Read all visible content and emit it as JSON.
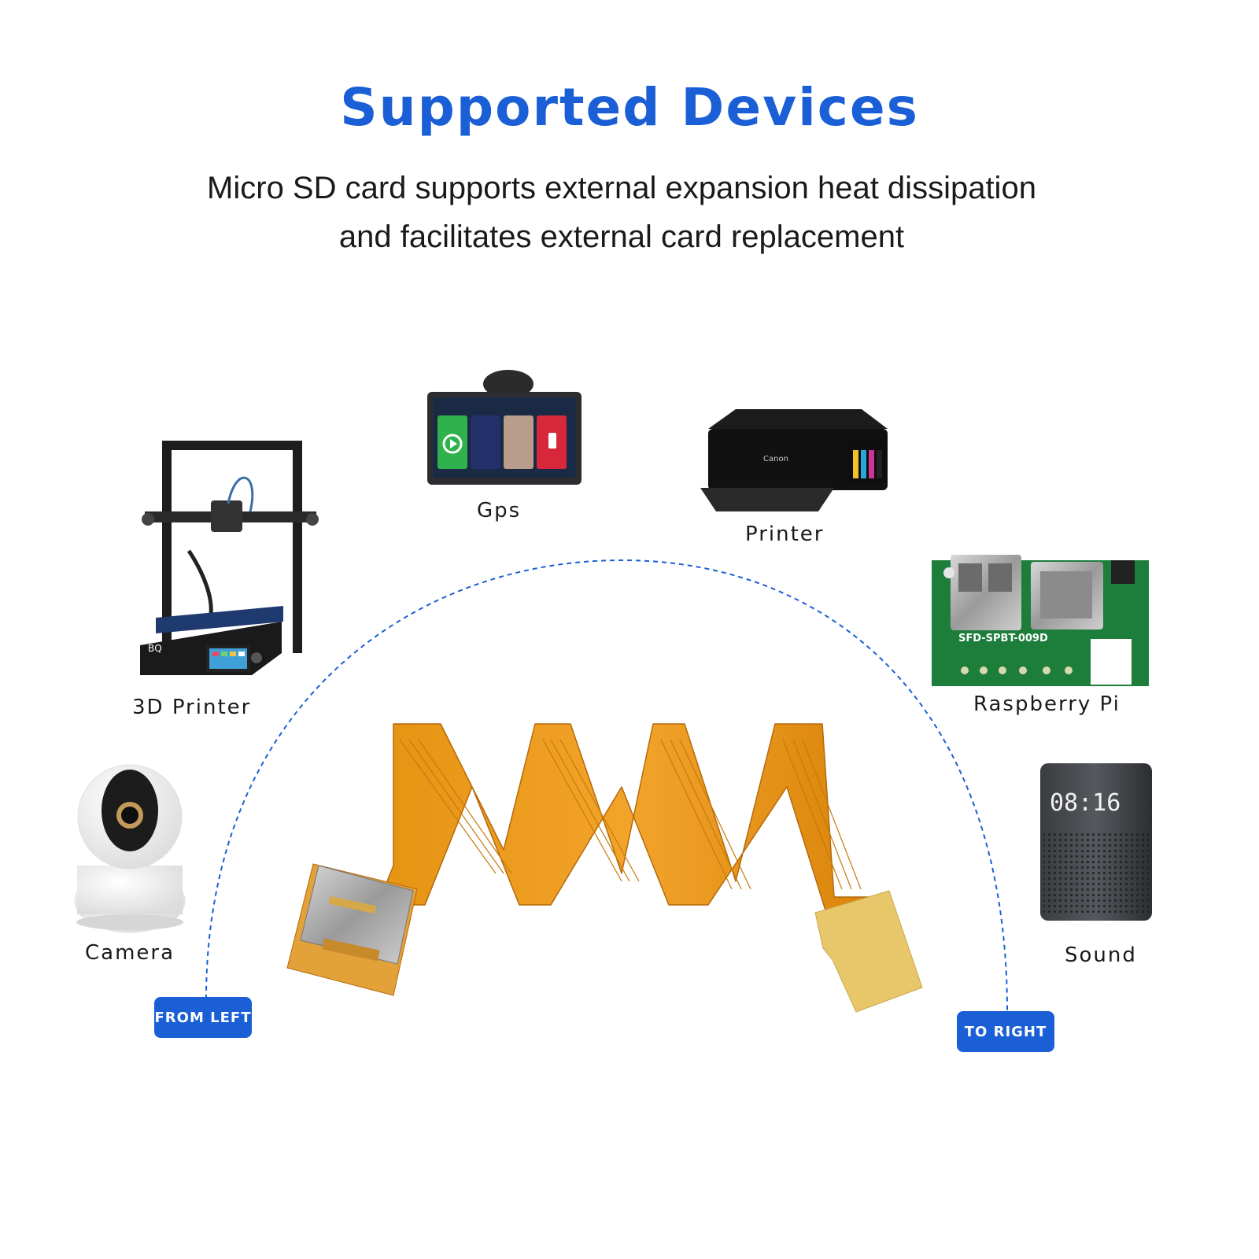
{
  "header": {
    "title": "Supported Devices",
    "subtitle_line1": "Micro SD card supports external expansion heat dissipation",
    "subtitle_line2": "and facilitates external card replacement"
  },
  "devices": {
    "gps": "Gps",
    "printer": "Printer",
    "printer_3d": "3D Printer",
    "raspberry_pi": "Raspberry Pi",
    "camera": "Camera",
    "sound": "Sound"
  },
  "device_marks": {
    "printer_brand": "Canon",
    "board_model": "SFD-SPBT-009D",
    "speaker_clock": "08:16",
    "printer_3d_logo": "BQ"
  },
  "badges": {
    "from_left": "FROM LEFT",
    "to_right": "TO RIGHT"
  },
  "colors": {
    "accent_blue": "#1a5fd6",
    "flex_cable": "#e8900f",
    "text_dark": "#1a1a1a"
  }
}
